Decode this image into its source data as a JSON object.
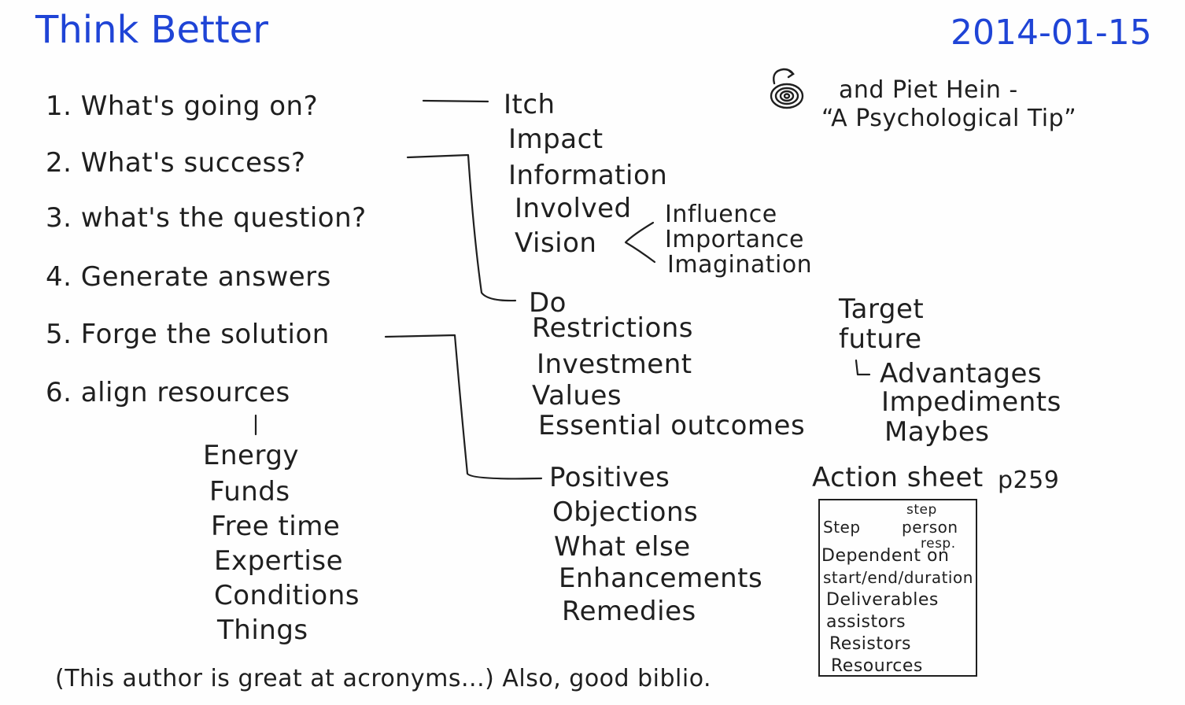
{
  "header": {
    "title": "Think Better",
    "date": "2014-01-15"
  },
  "steps": [
    "1. What's going on?",
    "2. What's success?",
    "3. what's the question?",
    "4. Generate answers",
    "5. Forge the solution",
    "6. align resources"
  ],
  "going_on": [
    "Itch",
    "Impact",
    "Information",
    "Involved",
    "Vision"
  ],
  "vision": [
    "Influence",
    "Importance",
    "Imagination"
  ],
  "success": [
    "Do",
    "Restrictions",
    "Investment",
    "Values",
    "Essential outcomes"
  ],
  "target": {
    "label": "Target future",
    "items": [
      "Advantages",
      "Impediments",
      "Maybes"
    ]
  },
  "forge": [
    "Positives",
    "Objections",
    "What else",
    "Enhancements",
    "Remedies"
  ],
  "resources": [
    "Energy",
    "Funds",
    "Free time",
    "Expertise",
    "Conditions",
    "Things"
  ],
  "aside": {
    "line1": "and Piet Hein -",
    "line2": "“A Psychological Tip”",
    "icon": "spiral-doodle-icon"
  },
  "action_sheet": {
    "title": "Action sheet",
    "page": "p259",
    "header_left": "Step",
    "header_right_top": "step",
    "header_right_mid": "person",
    "header_right_bottom": "resp.",
    "rows": [
      "Dependent on",
      "start/end/duration",
      "Deliverables",
      "assistors",
      "Resistors",
      "Resources"
    ]
  },
  "footer": "(This author is great at acronyms...) Also, good biblio."
}
